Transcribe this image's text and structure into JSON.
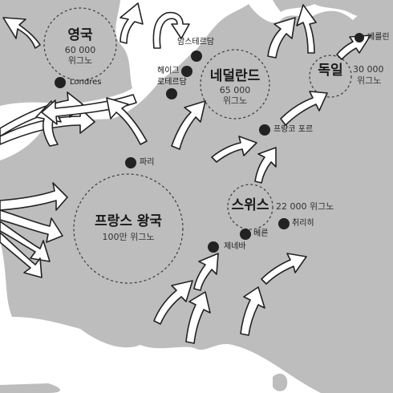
{
  "regions": [
    {
      "name": "영국",
      "count": "60 000",
      "unit": "위그노"
    },
    {
      "name": "네덜란드",
      "count": "65 000",
      "unit": "위그노"
    },
    {
      "name": "독일",
      "count": "30 000",
      "unit": "위그노"
    },
    {
      "name": "프랑스 왕국",
      "count": "100만 위그노",
      "unit": ""
    },
    {
      "name": "스위스",
      "count": "22 000 위그노",
      "unit": ""
    }
  ],
  "cities": {
    "london": "Londres",
    "amsterdam": "암스테르담",
    "hague": "헤이그",
    "rotterdam": "로테르담",
    "berlin": "베를린",
    "frankfurt": "프랑코 포르",
    "paris": "파리",
    "zurich": "취리히",
    "bern": "베른",
    "geneva": "제네바"
  },
  "colors": {
    "land": "#bdbdbd",
    "sea": "#ffffff",
    "city_marker": "#222222",
    "arrow_fill": "#ffffff",
    "arrow_outline": "#222222"
  }
}
